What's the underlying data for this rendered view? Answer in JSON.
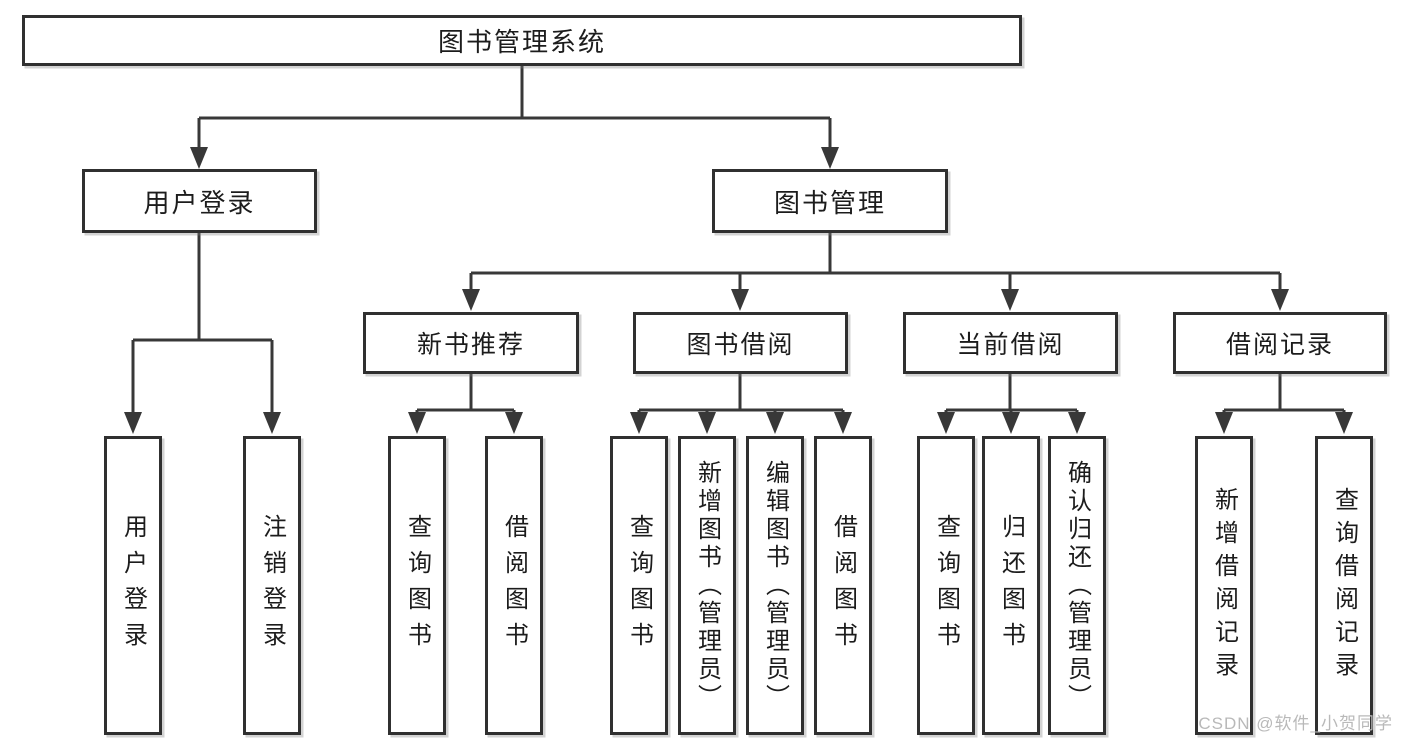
{
  "tree": {
    "label": "图书管理系统",
    "children": [
      {
        "label": "用户登录",
        "children": [
          {
            "label": "用户登录"
          },
          {
            "label": "注销登录"
          }
        ]
      },
      {
        "label": "图书管理",
        "children": [
          {
            "label": "新书推荐",
            "children": [
              {
                "label": "查询图书"
              },
              {
                "label": "借阅图书"
              }
            ]
          },
          {
            "label": "图书借阅",
            "children": [
              {
                "label": "查询图书"
              },
              {
                "label": "新增图书（管理员）"
              },
              {
                "label": "编辑图书（管理员）"
              },
              {
                "label": "借阅图书"
              }
            ]
          },
          {
            "label": "当前借阅",
            "children": [
              {
                "label": "查询图书"
              },
              {
                "label": "归还图书"
              },
              {
                "label": "确认归还（管理员）"
              }
            ]
          },
          {
            "label": "借阅记录",
            "children": [
              {
                "label": "新增借阅记录"
              },
              {
                "label": "查询借阅记录"
              }
            ]
          }
        ]
      }
    ]
  },
  "watermark": {
    "text": "CSDN @软件_小贺同学"
  },
  "colors": {
    "line": "#383838",
    "box_border": "#303030",
    "text": "#1c1c1c",
    "watermark": "#b9b9b9",
    "background": "#ffffff"
  }
}
